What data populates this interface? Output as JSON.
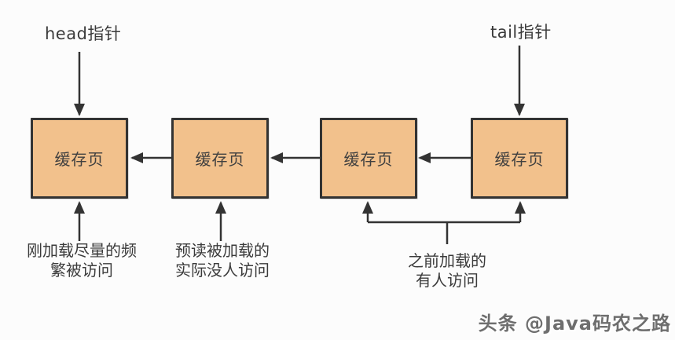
{
  "diagram": {
    "head_pointer_label": "head指针",
    "tail_pointer_label": "tail指针",
    "boxes": [
      {
        "label": "缓存页"
      },
      {
        "label": "缓存页"
      },
      {
        "label": "缓存页"
      },
      {
        "label": "缓存页"
      }
    ],
    "annotations": {
      "box1": "刚加载尽量的频\n繁被访问",
      "box2": "预读被加载的\n实际没人访问",
      "box3_4": "之前加载的\n有人访问"
    },
    "colors": {
      "background": "#fcfcfc",
      "box_fill": "#f2c18c",
      "box_border": "#333333",
      "arrow": "#333333",
      "text": "#3b3b3b",
      "watermark": "#6e6e6e"
    }
  },
  "watermark": {
    "text": "头条 @Java码农之路"
  }
}
